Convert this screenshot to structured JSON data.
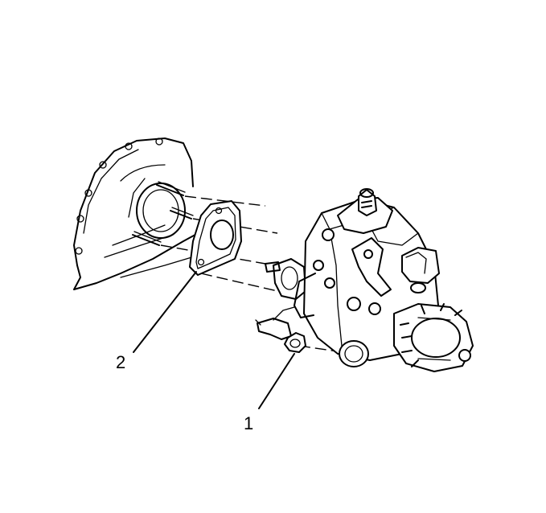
{
  "callouts": [
    {
      "label": "1",
      "part": "nut"
    },
    {
      "label": "2",
      "part": "gasket"
    }
  ],
  "icons": {
    "transmission-housing": "bell-housing-icon",
    "pump": "fuel-injection-pump-icon",
    "gasket": "gasket-icon",
    "nut": "nut-icon"
  }
}
